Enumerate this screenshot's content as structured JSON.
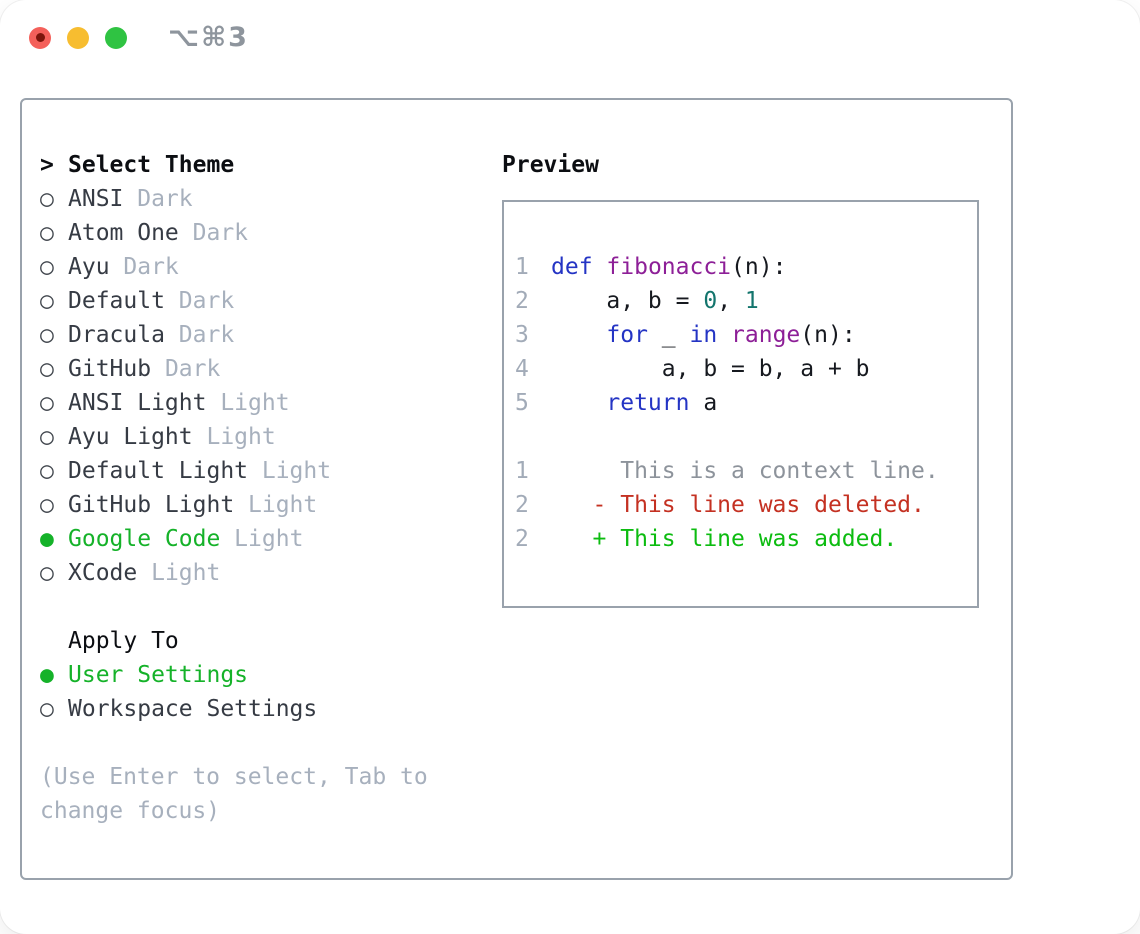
{
  "window": {
    "title": "⌥⌘3",
    "traffic_lights": [
      "close",
      "minimize",
      "zoom"
    ]
  },
  "colors": {
    "accent_green": "#15b229",
    "added": "#0cbc10",
    "deleted": "#c43122",
    "context": "#8d939b",
    "keyword": "#2434c4",
    "fname": "#8d1f97",
    "number": "#13756d",
    "code_text": "#16191f",
    "lineno": "#a2abb8",
    "border": "#99a2ac",
    "item_text": "#363b44",
    "muted": "#a7b0bd",
    "circle": "#43484f",
    "heading": "#0c0e12",
    "titlebar_text": "#8e959d",
    "light_red": "#f4605a",
    "light_red_dot": "#7c150b",
    "light_yellow": "#f7bd30",
    "light_green": "#2fc342"
  },
  "theme_list": {
    "cursor": ">",
    "heading": "Select Theme",
    "radio_unselected": "○",
    "radio_selected": "●",
    "items": [
      {
        "name": "ANSI",
        "variant": "Dark",
        "selected": false
      },
      {
        "name": "Atom One",
        "variant": "Dark",
        "selected": false
      },
      {
        "name": "Ayu",
        "variant": "Dark",
        "selected": false
      },
      {
        "name": "Default",
        "variant": "Dark",
        "selected": false
      },
      {
        "name": "Dracula",
        "variant": "Dark",
        "selected": false
      },
      {
        "name": "GitHub",
        "variant": "Dark",
        "selected": false
      },
      {
        "name": "ANSI Light",
        "variant": "Light",
        "selected": false
      },
      {
        "name": "Ayu Light",
        "variant": "Light",
        "selected": false
      },
      {
        "name": "Default Light",
        "variant": "Light",
        "selected": false
      },
      {
        "name": "GitHub Light",
        "variant": "Light",
        "selected": false
      },
      {
        "name": "Google Code",
        "variant": "Light",
        "selected": true
      },
      {
        "name": "XCode",
        "variant": "Light",
        "selected": false
      }
    ]
  },
  "apply_to": {
    "heading": "Apply To",
    "options": [
      {
        "label": "User Settings",
        "selected": true
      },
      {
        "label": "Workspace Settings",
        "selected": false
      }
    ]
  },
  "help": {
    "text": "(Use Enter to select, Tab to change focus)"
  },
  "preview": {
    "heading": "Preview",
    "code_lines": [
      {
        "num": "1",
        "tokens": [
          [
            "kw",
            "def"
          ],
          [
            "pl",
            " "
          ],
          [
            "fn",
            "fibonacci"
          ],
          [
            "pl",
            "(n):"
          ]
        ]
      },
      {
        "num": "2",
        "tokens": [
          [
            "pl",
            "    a, b = "
          ],
          [
            "num",
            "0"
          ],
          [
            "pl",
            ", "
          ],
          [
            "num",
            "1"
          ]
        ]
      },
      {
        "num": "3",
        "tokens": [
          [
            "pl",
            "    "
          ],
          [
            "kw",
            "for"
          ],
          [
            "pl",
            " _ "
          ],
          [
            "kw",
            "in"
          ],
          [
            "pl",
            " "
          ],
          [
            "fn",
            "range"
          ],
          [
            "pl",
            "(n):"
          ]
        ]
      },
      {
        "num": "4",
        "tokens": [
          [
            "pl",
            "        a, b = b, a + b"
          ]
        ]
      },
      {
        "num": "5",
        "tokens": [
          [
            "pl",
            "    "
          ],
          [
            "kw",
            "return"
          ],
          [
            "pl",
            " a"
          ]
        ]
      }
    ],
    "diff_lines": [
      {
        "num": "1",
        "marker": " ",
        "text": "This is a context line.",
        "kind": "context"
      },
      {
        "num": "2",
        "marker": "-",
        "text": "This line was deleted.",
        "kind": "deleted"
      },
      {
        "num": "2",
        "marker": "+",
        "text": "This line was added.",
        "kind": "added"
      }
    ]
  }
}
